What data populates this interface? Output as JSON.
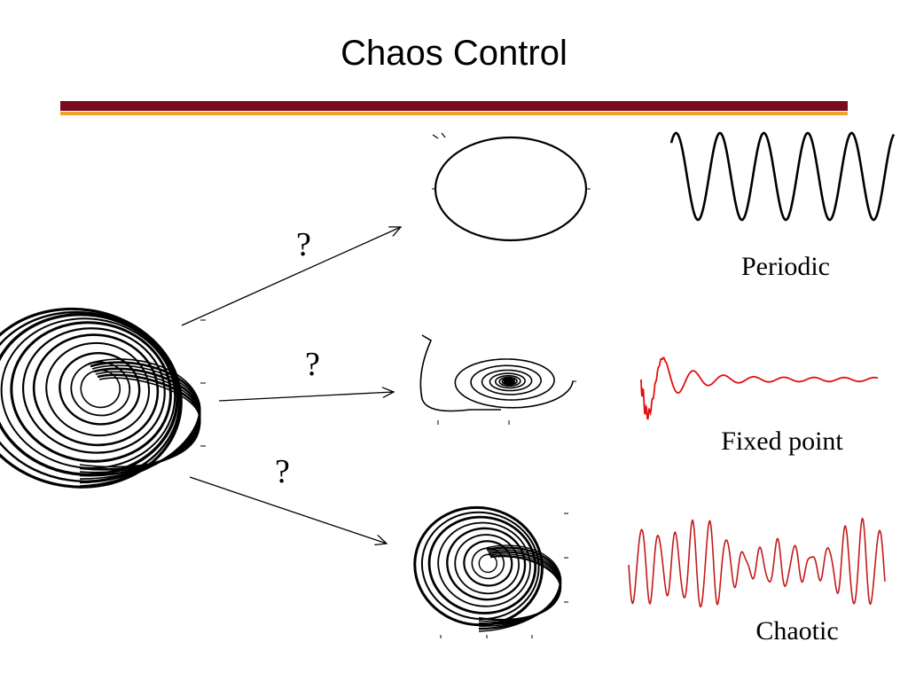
{
  "title": "Chaos Control",
  "question_marks": [
    "?",
    "?",
    "?"
  ],
  "labels": {
    "periodic": "Periodic",
    "fixed_point": "Fixed point",
    "chaotic": "Chaotic"
  },
  "colors": {
    "title_bar": "#7a0a1e",
    "title_underline": "#f0a22e",
    "attractor": "#000000",
    "periodic_signal": "#000000",
    "fixed_point_signal": "#e01010",
    "chaotic_signal": "#c41a1a"
  }
}
